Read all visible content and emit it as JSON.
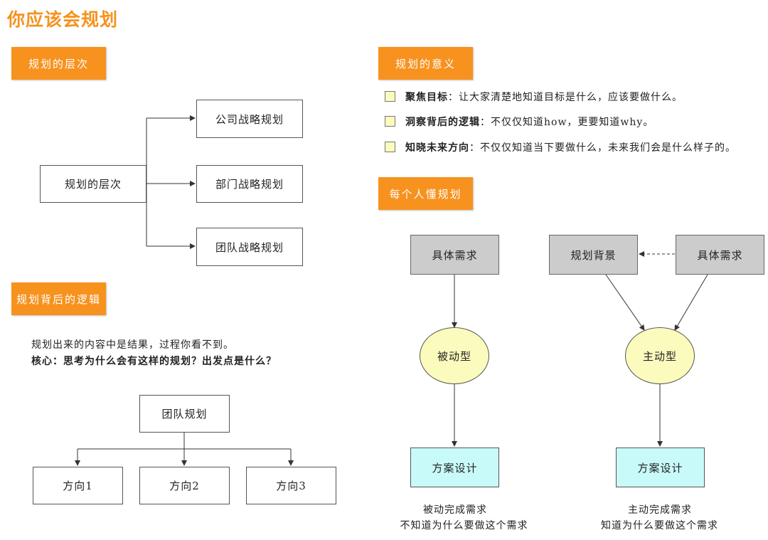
{
  "title": "你应该会规划",
  "sections": {
    "levels_tag": "规划的层次",
    "meaning_tag": "规划的意义",
    "logic_tag": "规划背后的逻辑",
    "understand_tag": "每个人懂规划"
  },
  "levels": {
    "root": "规划的层次",
    "children": [
      "公司战略规划",
      "部门战略规划",
      "团队战略规划"
    ]
  },
  "meaning": [
    {
      "term": "聚焦目标",
      "desc": "：让大家清楚地知道目标是什么，应该要做什么。"
    },
    {
      "term": "洞察背后的逻辑",
      "desc": "：不仅仅知道how，更要知道why。"
    },
    {
      "term": "知晓未来方向",
      "desc": "：不仅仅知道当下要做什么，未来我们会是什么样子的。"
    }
  ],
  "logic": {
    "line1": "规划出来的内容中是结果，过程你看不到。",
    "line2": "核心：思考为什么会有这样的规划？出发点是什么？",
    "root": "团队规划",
    "children": [
      "方向1",
      "方向2",
      "方向3"
    ]
  },
  "passive": {
    "top": "具体需求",
    "middle": "被动型",
    "bottom": "方案设计",
    "caption1": "被动完成需求",
    "caption2": "不知道为什么要做这个需求"
  },
  "active": {
    "top_left": "规划背景",
    "top_right": "具体需求",
    "middle": "主动型",
    "bottom": "方案设计",
    "caption1": "主动完成需求",
    "caption2": "知道为什么要做这个需求"
  },
  "colors": {
    "accent": "#f7921e",
    "grey_box": "#cccccc",
    "yellow": "#fbfbbd",
    "cyan": "#c9fafa"
  }
}
